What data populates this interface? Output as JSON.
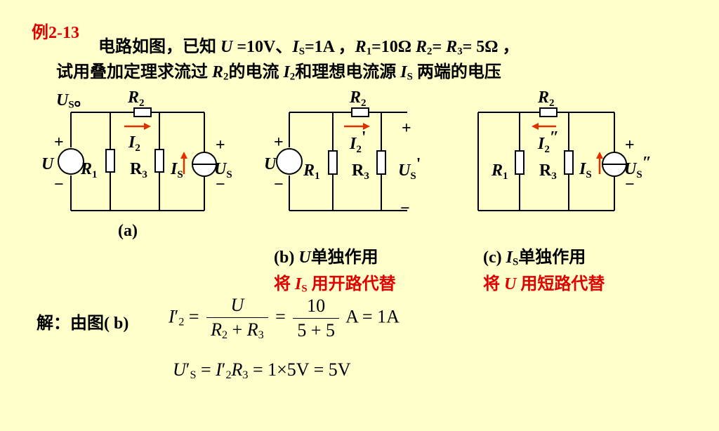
{
  "problem": {
    "label": "例2-13",
    "line1": {
      "t1": "电路如图，已知 ",
      "U": "U",
      "t2": " =10V、",
      "I": "I",
      "Isub": "S",
      "t3": "=1A ，",
      "R1": "R",
      "R1sub": "1",
      "t4": "=10Ω ",
      "R2": "R",
      "R2sub": "2",
      "t5": "= ",
      "R3": "R",
      "R3sub": "3",
      "t6": "= 5Ω ，"
    },
    "line2": {
      "t1": "试用叠加定理求流过 ",
      "R": "R",
      "Rsub": "2",
      "t2": "的电流 ",
      "I": "I",
      "Isub": "2",
      "t3": "和理想电流源 ",
      "IS": "I",
      "ISsub": "S",
      "t4": " 两端的电压"
    },
    "line3": {
      "U": "U",
      "Usub": "S",
      "t1": "。"
    }
  },
  "circuits": {
    "a": {
      "R2": "R",
      "R2sub": "2",
      "I2": "I",
      "I2sub": "2",
      "plus_left": "+",
      "minus_left": "−",
      "U": "U",
      "R1": "R",
      "R1sub": "1",
      "R3": "R",
      "R3sub": "3",
      "IS": "I",
      "ISsub": "S",
      "plus_right": "+",
      "minus_right": "−",
      "US": "U",
      "USsub": "S",
      "caption": "(a)"
    },
    "b": {
      "R2": "R",
      "R2sub": "2",
      "I2": "I",
      "I2sub": "2",
      "I2prime": "'",
      "plus_left": "+",
      "minus_left": "−",
      "U": "U",
      "R1": "R",
      "R1sub": "1",
      "R3": "R",
      "R3sub": "3",
      "plus_right": "+",
      "minus_right": "−",
      "US": "U",
      "USsub": "S",
      "USprime": "'",
      "caption_pre": "(b) ",
      "caption_var": "U",
      "caption_post": "单独作用",
      "note_pre": "将 ",
      "note_var": "I",
      "note_sub": "S",
      "note_post": " 用开路代替"
    },
    "c": {
      "R2": "R",
      "R2sub": "2",
      "I2": "I",
      "I2prime": "″",
      "R1": "R",
      "R1sub": "1",
      "R3": "R",
      "R3sub": "3",
      "IS": "I",
      "ISsub": "S",
      "plus_right": "+",
      "minus_right": "−",
      "US": "U",
      "USsub": "S",
      "USprime": "″",
      "caption_pre": "(c) ",
      "caption_var": "I",
      "caption_sub": "S",
      "caption_post": "单独作用",
      "note_pre": "将 ",
      "note_var": "U",
      "note_post": " 用短路代替"
    }
  },
  "solution": {
    "label": "解：由图( b)",
    "eq1": {
      "lhs": "I",
      "lhs_sub": "2",
      "lhs_prime": "′",
      "eq": " = ",
      "f1_num": "U",
      "f1_den_a": "R",
      "f1_den_a_sub": "2",
      "f1_den_plus": " + ",
      "f1_den_b": "R",
      "f1_den_b_sub": "3",
      "eq2": " = ",
      "f2_num": "10",
      "f2_den": "5 + 5",
      "tail": "A = 1A"
    },
    "eq2": {
      "lhs": "U",
      "lhs_prime": "′",
      "lhs_sub": "S",
      "eq": " = ",
      "mid": "I",
      "mid_prime": "′",
      "mid_sub": "2",
      "mid_r": "R",
      "mid_r_sub": "3",
      "tail": " = 1×5V = 5V"
    }
  }
}
